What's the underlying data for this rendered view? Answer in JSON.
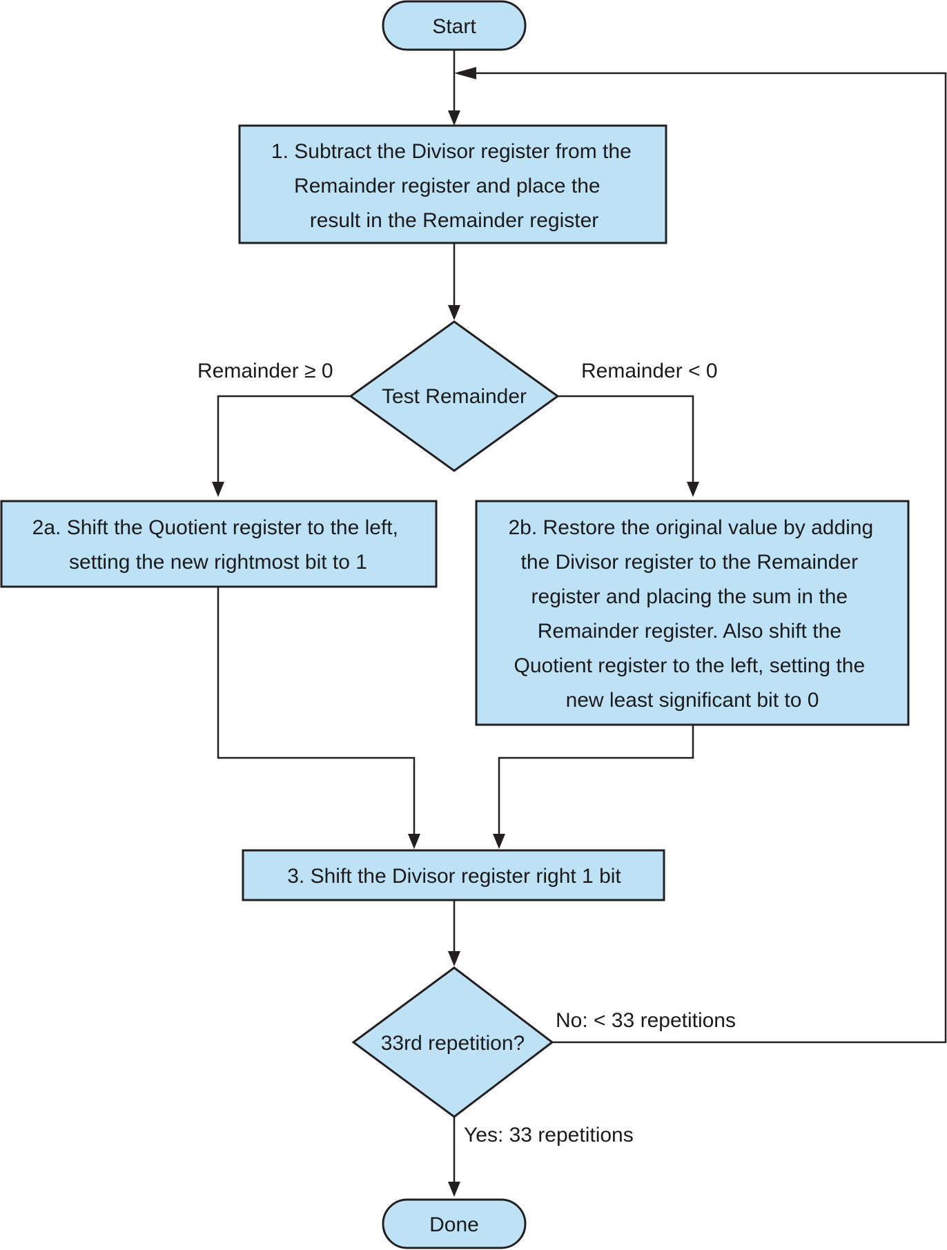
{
  "flowchart": {
    "start": "Start",
    "done": "Done",
    "step1": {
      "lines": [
        "1.  Subtract the Divisor register from the",
        "Remainder register and place the",
        "result in the Remainder register"
      ]
    },
    "test_remainder": "Test Remainder",
    "branch_ge": "Remainder ≥ 0",
    "branch_lt": "Remainder < 0",
    "step2a": {
      "lines": [
        "2a.  Shift the Quotient register to the left,",
        "setting the new rightmost bit to 1"
      ]
    },
    "step2b": {
      "lines": [
        "2b.  Restore the original value by adding",
        "the Divisor register to the Remainder",
        "register and placing the sum in the",
        "Remainder register. Also shift the",
        "Quotient register to the left, setting the",
        "new least significant bit to 0"
      ]
    },
    "step3": "3.  Shift the Divisor register right 1 bit",
    "test_repetition": "33rd repetition?",
    "branch_no": "No: < 33 repetitions",
    "branch_yes": "Yes: 33 repetitions"
  },
  "colors": {
    "box_fill": "#bde2f6",
    "stroke": "#231f20"
  }
}
